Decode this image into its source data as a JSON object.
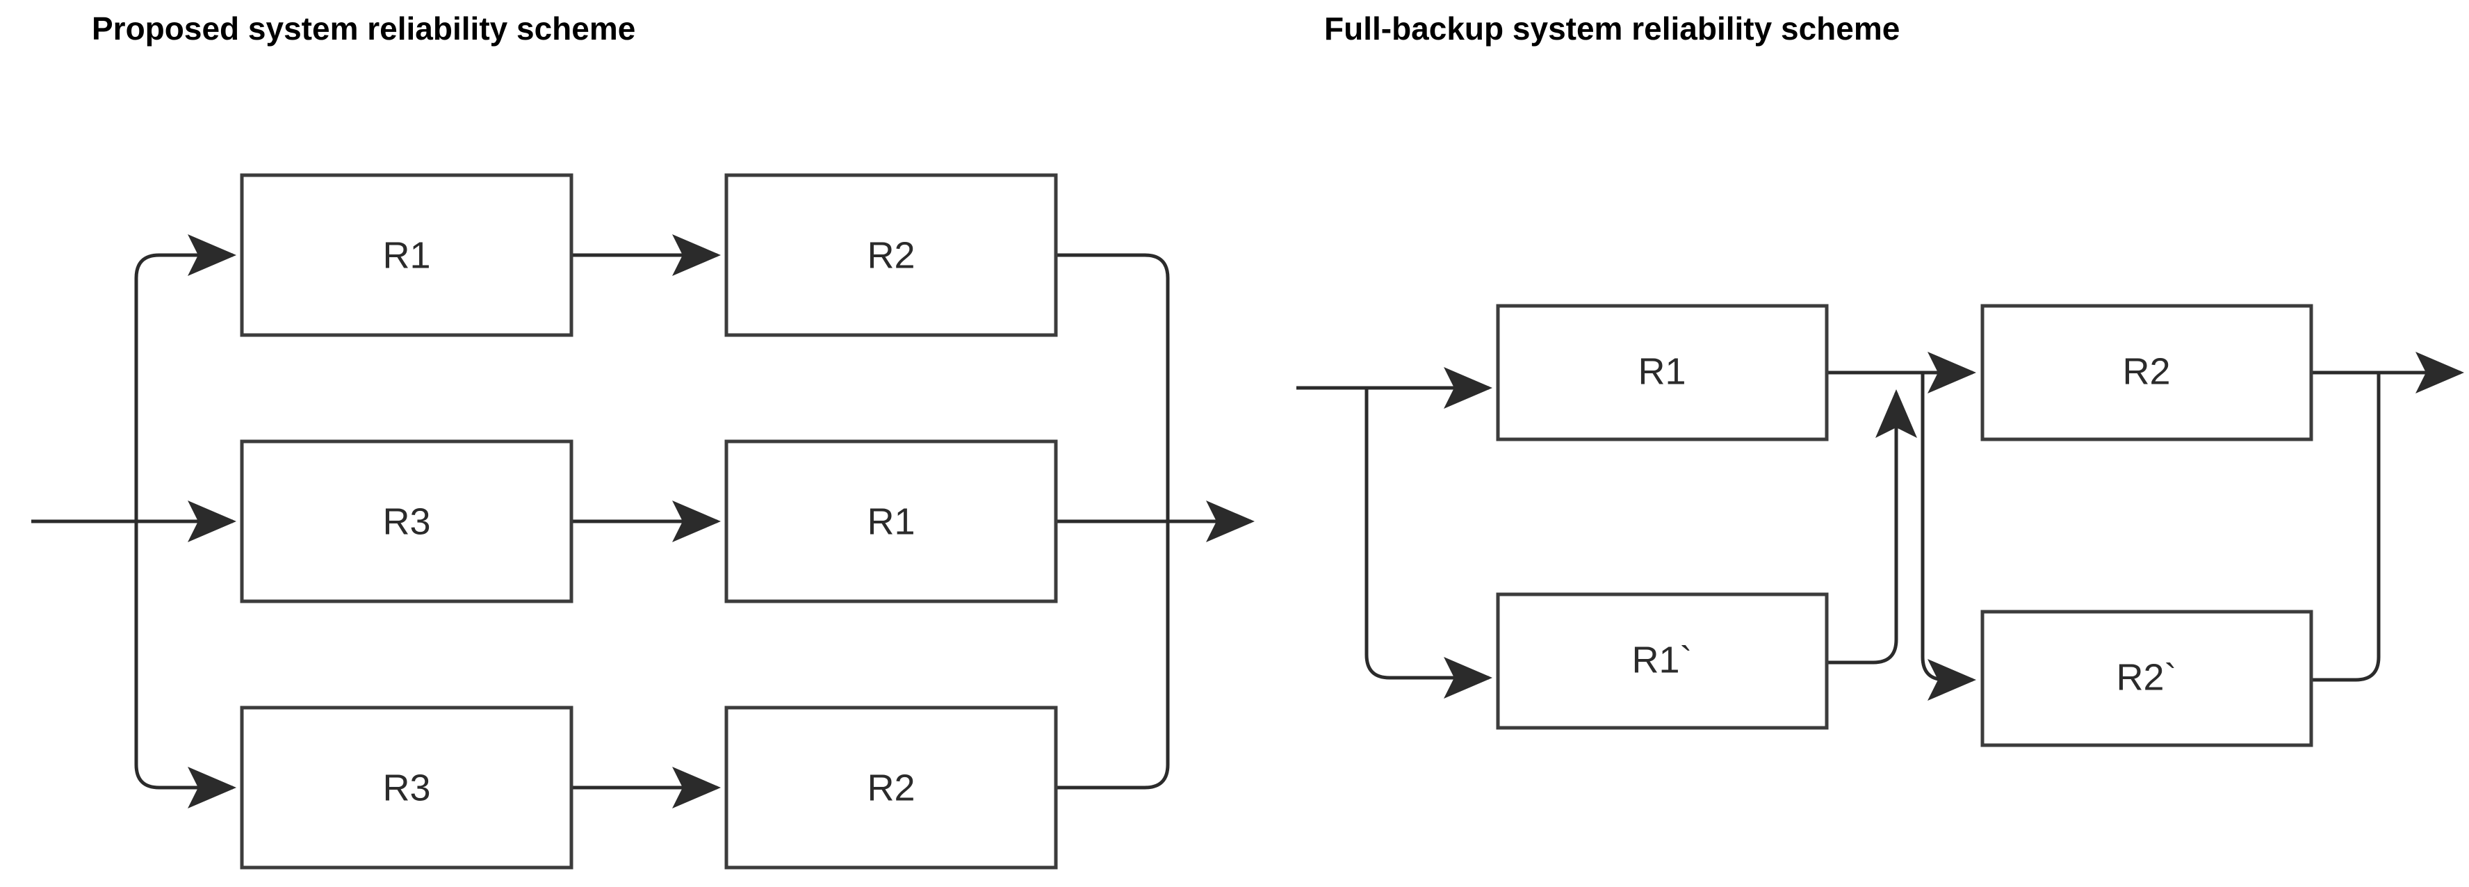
{
  "panels": [
    {
      "id": "proposed",
      "title": "Proposed system reliability scheme",
      "branches": [
        {
          "id": "top",
          "blocks": [
            "R1",
            "R2"
          ]
        },
        {
          "id": "middle",
          "blocks": [
            "R3",
            "R1"
          ]
        },
        {
          "id": "bottom",
          "blocks": [
            "R3",
            "R2"
          ]
        }
      ]
    },
    {
      "id": "full-backup",
      "title": "Full-backup system reliability scheme",
      "branches": [
        {
          "id": "primary",
          "blocks": [
            "R1",
            "R2"
          ]
        },
        {
          "id": "backup",
          "blocks": [
            "R1`",
            "R2`"
          ]
        }
      ]
    }
  ],
  "blocks": {
    "p_r1_1": "R1",
    "p_r2_1": "R2",
    "p_r3_1": "R3",
    "p_r1_2": "R1",
    "p_r3_2": "R3",
    "p_r2_2": "R2",
    "f_r1": "R1",
    "f_r2": "R2",
    "f_r1b": "R1`",
    "f_r2b": "R2`"
  },
  "colors": {
    "background": "#ffffff",
    "block_stroke": "#3c3c3c",
    "wire": "#2b2b2b",
    "text": "#000000",
    "block_fill": "#ffffff"
  }
}
